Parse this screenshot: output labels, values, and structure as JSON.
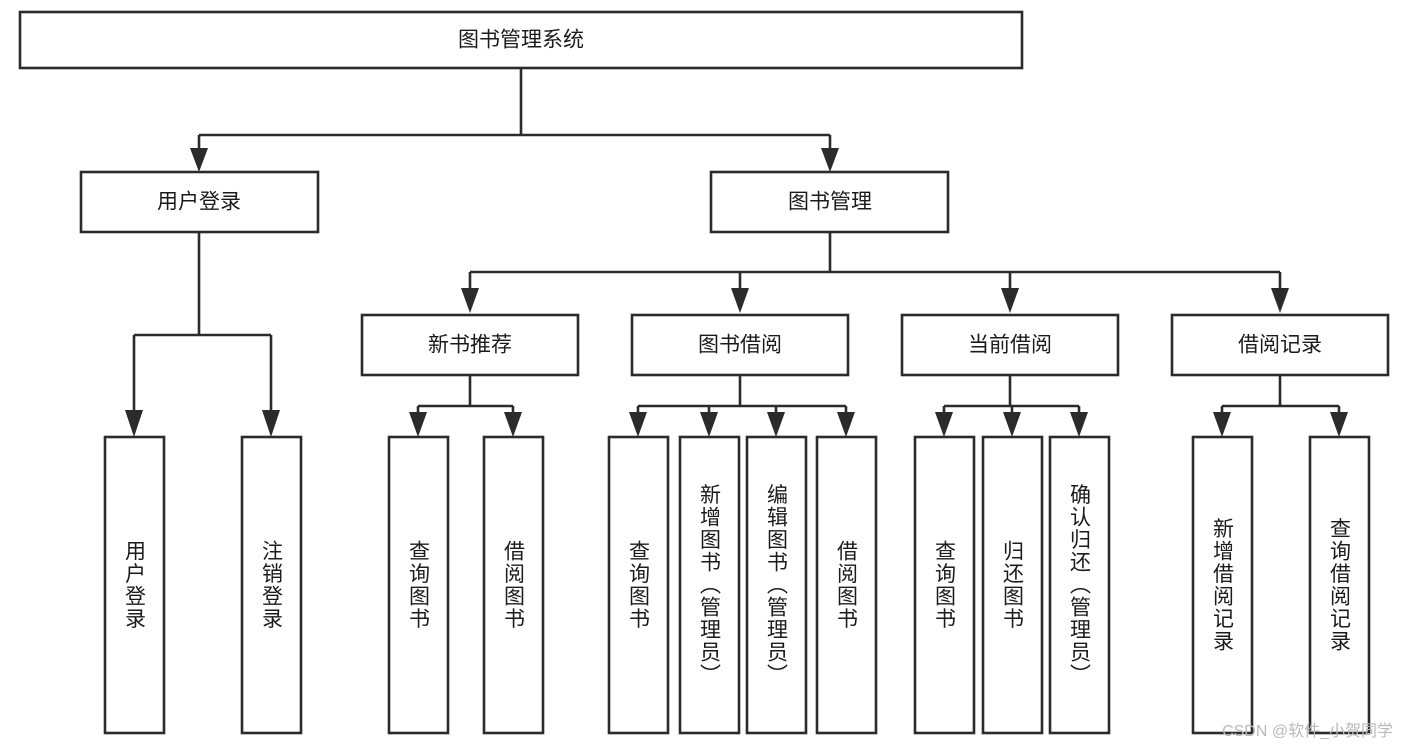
{
  "diagram": {
    "title": "图书管理系统",
    "type": "tree-hierarchy-chart",
    "watermark": "CSDN @软件_小贺同学",
    "colors": {
      "stroke": "#2b2b2b",
      "fill": "#ffffff",
      "text": "#1b1b1b",
      "watermark": "#b9b9b9",
      "background": "#ffffff"
    },
    "levels": {
      "root_label": "图书管理系统",
      "level1": [
        {
          "id": "user-login",
          "label": "用户登录"
        },
        {
          "id": "book-management",
          "label": "图书管理"
        }
      ],
      "level2": [
        {
          "id": "new-book-recommend",
          "label": "新书推荐",
          "parent": "book-management"
        },
        {
          "id": "book-borrow",
          "label": "图书借阅",
          "parent": "book-management"
        },
        {
          "id": "current-borrow",
          "label": "当前借阅",
          "parent": "book-management"
        },
        {
          "id": "borrow-record",
          "label": "借阅记录",
          "parent": "book-management"
        }
      ],
      "leaves": {
        "user-login": [
          {
            "id": "leaf-user-login",
            "label": "用户登录"
          },
          {
            "id": "leaf-logout-login",
            "label": "注销登录"
          }
        ],
        "new-book-recommend": [
          {
            "id": "leaf-query-book-1",
            "label": "查询图书"
          },
          {
            "id": "leaf-borrow-book-1",
            "label": "借阅图书"
          }
        ],
        "book-borrow": [
          {
            "id": "leaf-query-book-2",
            "label": "查询图书"
          },
          {
            "id": "leaf-add-book",
            "label": "新增图书（管理员）"
          },
          {
            "id": "leaf-edit-book",
            "label": "编辑图书（管理员）"
          },
          {
            "id": "leaf-borrow-book-2",
            "label": "借阅图书"
          }
        ],
        "current-borrow": [
          {
            "id": "leaf-query-book-3",
            "label": "查询图书"
          },
          {
            "id": "leaf-return-book",
            "label": "归还图书"
          },
          {
            "id": "leaf-confirm-return",
            "label": "确认归还（管理员）"
          }
        ],
        "borrow-record": [
          {
            "id": "leaf-add-record",
            "label": "新增借阅记录"
          },
          {
            "id": "leaf-query-record",
            "label": "查询借阅记录"
          }
        ]
      }
    }
  }
}
